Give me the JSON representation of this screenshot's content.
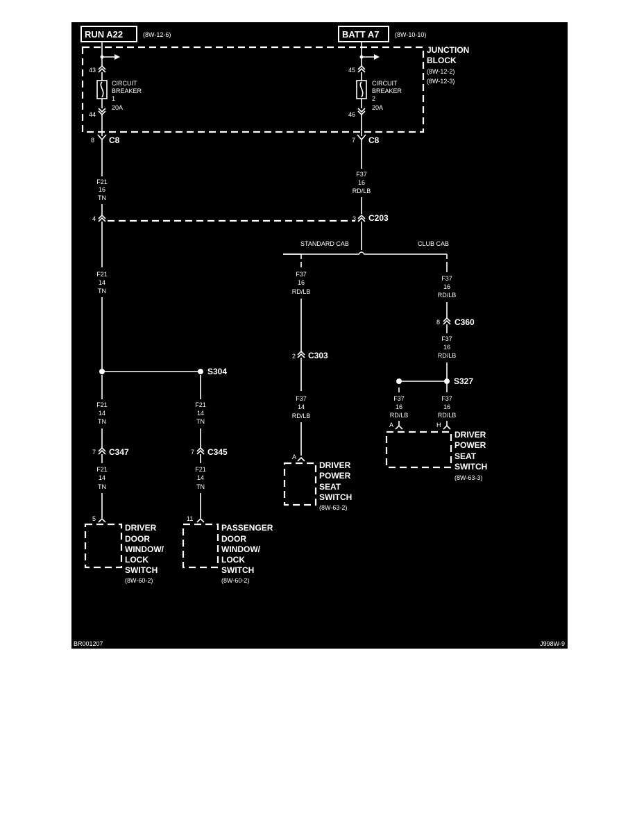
{
  "header": {
    "run_label": "RUN A22",
    "run_ref": "(8W-12-6)",
    "batt_label": "BATT A7",
    "batt_ref": "(8W-10-10)"
  },
  "junction_block": {
    "name_line1": "JUNCTION",
    "name_line2": "BLOCK",
    "ref1": "(8W-12-2)",
    "ref2": "(8W-12-3)",
    "breaker1": {
      "pin_in": "43",
      "pin_out": "44",
      "line1": "CIRCUIT",
      "line2": "BREAKER",
      "number": "1",
      "rating": "20A"
    },
    "breaker2": {
      "pin_in": "45",
      "pin_out": "46",
      "line1": "CIRCUIT",
      "line2": "BREAKER",
      "number": "2",
      "rating": "20A"
    }
  },
  "connectors": {
    "c8_left": {
      "pin": "8",
      "name": "C8"
    },
    "c8_right": {
      "pin": "7",
      "name": "C8"
    },
    "c203_left": {
      "pin": "4"
    },
    "c203_right": {
      "pin": "3",
      "name": "C203"
    },
    "c360": {
      "pin": "8",
      "name": "C360"
    },
    "c303": {
      "pin": "2",
      "name": "C303"
    },
    "c347": {
      "pin": "7",
      "name": "C347"
    },
    "c345": {
      "pin": "7",
      "name": "C345"
    }
  },
  "splices": {
    "s304": "S304",
    "s327": "S327"
  },
  "branches": {
    "standard": "STANDARD CAB",
    "club": "CLUB CAB"
  },
  "wires": {
    "f21_a": {
      "circuit": "F21",
      "gauge": "16",
      "color": "TN"
    },
    "f37_a": {
      "circuit": "F37",
      "gauge": "16",
      "color": "RD/LB"
    },
    "f21_b": {
      "circuit": "F21",
      "gauge": "14",
      "color": "TN"
    },
    "f37_std": {
      "circuit": "F37",
      "gauge": "16",
      "color": "RD/LB"
    },
    "f37_club": {
      "circuit": "F37",
      "gauge": "16",
      "color": "RD/LB"
    },
    "f37_club2": {
      "circuit": "F37",
      "gauge": "16",
      "color": "RD/LB"
    },
    "f21_c": {
      "circuit": "F21",
      "gauge": "14",
      "color": "TN"
    },
    "f21_d": {
      "circuit": "F21",
      "gauge": "14",
      "color": "TN"
    },
    "f37_std2": {
      "circuit": "F37",
      "gauge": "14",
      "color": "RD/LB"
    },
    "f37_s327a": {
      "circuit": "F37",
      "gauge": "16",
      "color": "RD/LB"
    },
    "f37_s327h": {
      "circuit": "F37",
      "gauge": "16",
      "color": "RD/LB"
    },
    "f21_e": {
      "circuit": "F21",
      "gauge": "14",
      "color": "TN"
    },
    "f21_f": {
      "circuit": "F21",
      "gauge": "14",
      "color": "TN"
    }
  },
  "components": {
    "driver_door": {
      "pin": "5",
      "line1": "DRIVER",
      "line2": "DOOR",
      "line3": "WINDOW/",
      "line4": "LOCK",
      "line5": "SWITCH",
      "ref": "(8W-60-2)"
    },
    "passenger_door": {
      "pin": "11",
      "line1": "PASSENGER",
      "line2": "DOOR",
      "line3": "WINDOW/",
      "line4": "LOCK",
      "line5": "SWITCH",
      "ref": "(8W-60-2)"
    },
    "seat_std": {
      "pin": "A",
      "line1": "DRIVER",
      "line2": "POWER",
      "line3": "SEAT",
      "line4": "SWITCH",
      "ref": "(8W-63-2)"
    },
    "seat_club": {
      "pin_a": "A",
      "pin_h": "H",
      "line1": "DRIVER",
      "line2": "POWER",
      "line3": "SEAT",
      "line4": "SWITCH",
      "ref": "(8W-63-3)"
    }
  },
  "footer": {
    "left_code": "BR001207",
    "right_code": "J998W-9"
  }
}
